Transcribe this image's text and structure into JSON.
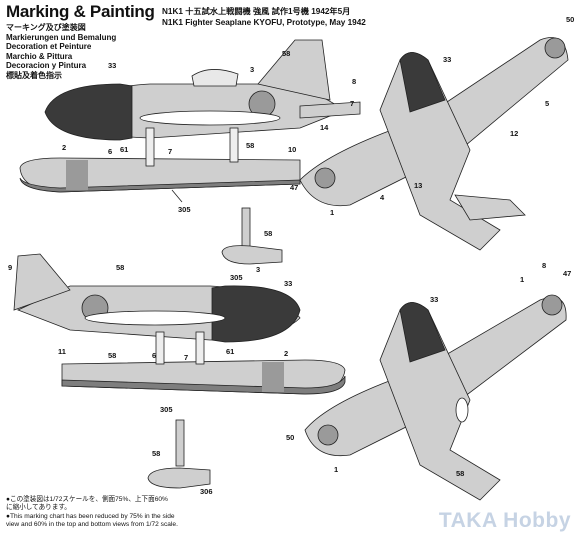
{
  "header": {
    "title": "Marking & Painting",
    "languages": [
      "マーキング及び塗装図",
      "Markierungen und Bemalung",
      "Decoration et Peinture",
      "Marchio & Pittura",
      "Decoracion y Pintura",
      "標貼及着色指示"
    ]
  },
  "caption": {
    "line1": "N1K1 十五試水上戦闘機 強風 試作1号機  1942年5月",
    "line2": "N1K1 Fighter Seaplane KYOFU, Prototype, May 1942"
  },
  "callouts": {
    "c33": "33",
    "c3": "3",
    "c58": "58",
    "c8": "8",
    "c7": "7",
    "c14": "14",
    "c61": "61",
    "c2": "2",
    "c6": "6",
    "c10": "10",
    "c305": "305",
    "c50": "50",
    "c12": "12",
    "c5": "5",
    "c47": "47",
    "c4": "4",
    "c13": "13",
    "c1": "1",
    "c9": "9",
    "c11": "11",
    "c306": "306"
  },
  "notes": {
    "line1": "●この塗装図は1/72スケールを、側面75%、上下面60%",
    "line2": "に縮小してあります。",
    "line3": "●This marking chart has been reduced by 75% in the side",
    "line4": "view and 60% in the top and bottom views from 1/72 scale."
  },
  "watermark": "TAKA Hobby",
  "colors": {
    "paint_gray": "#cfcfcf",
    "cowl_black": "#3a3a3a",
    "hinomaru": "#9a9a9a",
    "line": "#222222",
    "float_stripe": "#7e7e7e"
  }
}
